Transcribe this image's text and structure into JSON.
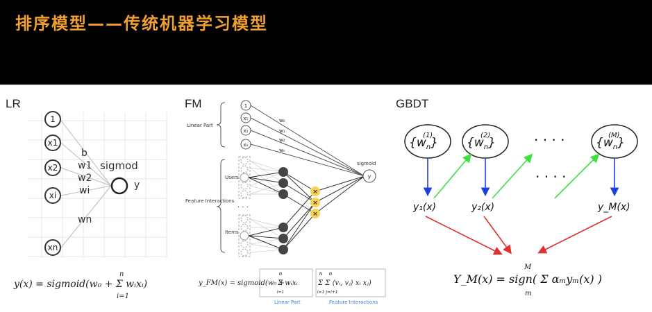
{
  "title": "排序模型——传统机器学习模型",
  "lr": {
    "label": "LR",
    "inputs": [
      "1",
      "x1",
      "x2",
      "xi",
      "xn"
    ],
    "weights": [
      "b",
      "w1",
      "w2",
      "wi",
      "wn"
    ],
    "activation": "sigmod",
    "output": "y",
    "formula": "y(x) = sigmoid(w₀ + Σ wᵢxᵢ)",
    "sum_upper": "n",
    "sum_lower": "i=1"
  },
  "fm": {
    "label": "FM",
    "linear_label": "Linear Part",
    "feature_label": "Feature Interactions",
    "users_label": "Users",
    "items_label": "Items",
    "inputs": [
      "1",
      "x₁",
      "x₂",
      "xₙ"
    ],
    "weights": [
      "w₀",
      "w₁",
      "w₂",
      "wₙ"
    ],
    "activation": "sigmoid",
    "output": "y",
    "formula_left": "y_FM(x) = sigmoid(w₀ +",
    "formula_linear": "Σ wᵢxᵢ",
    "formula_inter": "Σ Σ ⟨vᵢ, vⱼ⟩ xᵢ xⱼ)",
    "sum_N": "N",
    "sum_i1": "i=1",
    "sum_j": "j=i+1",
    "caption_linear": "Linear Part",
    "caption_inter": "Feature Interactions",
    "cross": "×",
    "dots": "· · ·"
  },
  "gbdt": {
    "label": "GBDT",
    "trees": [
      "{w(1)n}",
      "{w(2)n}",
      "{w(M)n}"
    ],
    "tree_sup": [
      "(1)",
      "(2)",
      "(M)"
    ],
    "tree_base": "w",
    "tree_sub": "n",
    "outputs": [
      "y₁(x)",
      "y₂(x)",
      "y_M(x)"
    ],
    "dots": "· · · ·",
    "formula": "Y_M(x) = sign( Σ αₘyₘ(x) )",
    "sum_upper": "M",
    "sum_lower": "m"
  }
}
